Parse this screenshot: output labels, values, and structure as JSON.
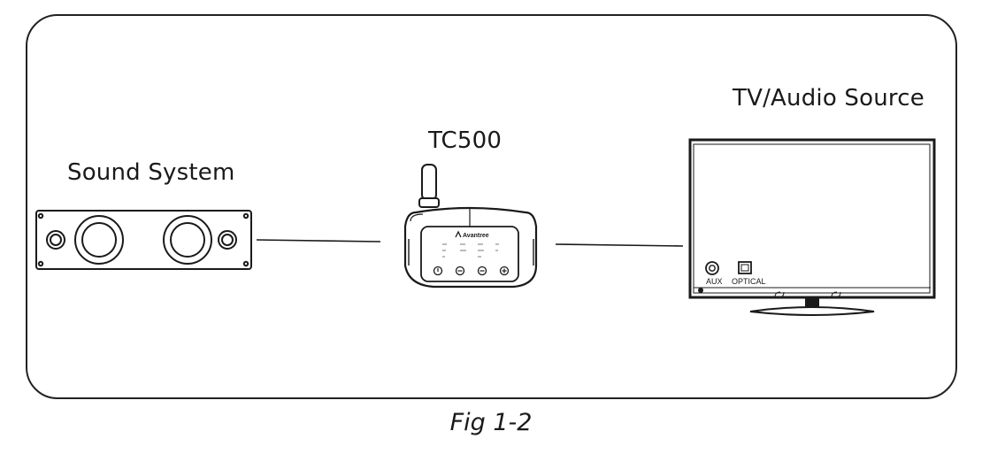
{
  "labels": {
    "sound_system": "Sound System",
    "tc500": "TC500",
    "tv_source": "TV/Audio Source",
    "caption": "Fig 1-2"
  },
  "device": {
    "brand": "Avantree"
  },
  "tv_ports": {
    "aux": "AUX",
    "optical": "OPTICAL"
  }
}
